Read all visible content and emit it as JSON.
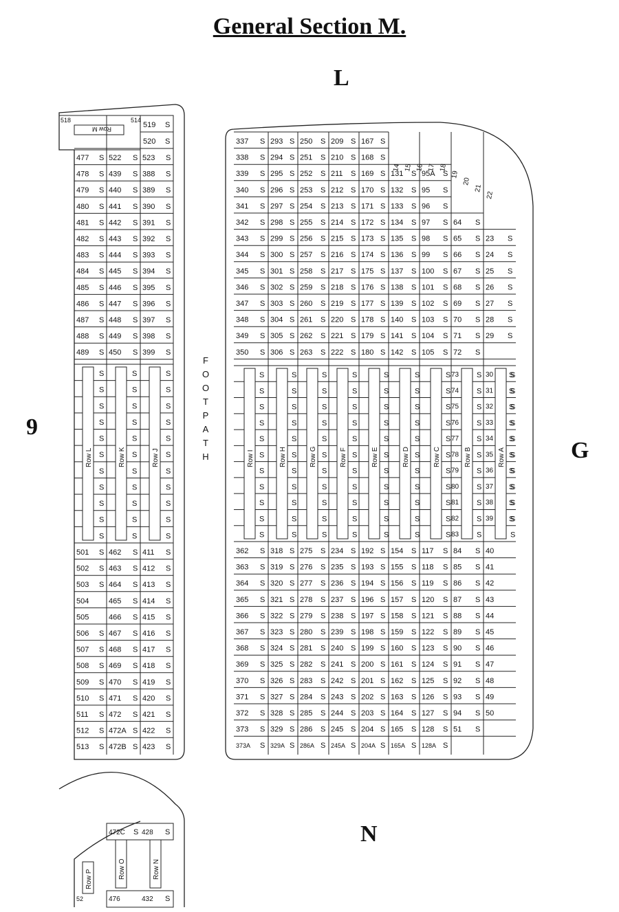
{
  "title": "General Section M.",
  "compass_labels": {
    "north": "L",
    "west": "9",
    "east": "G",
    "south": "N"
  },
  "footpath_label": "FOOTPATH",
  "marker": "S",
  "left_block": {
    "top_row_label": "Row M",
    "top_row_plots": [
      "518",
      "514"
    ],
    "top_right": [
      "519",
      "520"
    ],
    "upper_rows": [
      [
        "477",
        "522",
        "523"
      ],
      [
        "478",
        "439",
        "388"
      ],
      [
        "479",
        "440",
        "389"
      ],
      [
        "480",
        "441",
        "390"
      ],
      [
        "481",
        "442",
        "391"
      ],
      [
        "482",
        "443",
        "392"
      ],
      [
        "483",
        "444",
        "393"
      ],
      [
        "484",
        "445",
        "394"
      ],
      [
        "485",
        "446",
        "395"
      ],
      [
        "486",
        "447",
        "396"
      ],
      [
        "487",
        "448",
        "397"
      ],
      [
        "488",
        "449",
        "398"
      ],
      [
        "489",
        "450",
        "399"
      ]
    ],
    "row_labels": [
      "Row L",
      "Row K",
      "Row J"
    ],
    "lower_rows": [
      [
        "501",
        "462",
        "411"
      ],
      [
        "502",
        "463",
        "412"
      ],
      [
        "503",
        "464",
        "413"
      ],
      [
        "504",
        "465",
        "414"
      ],
      [
        "505",
        "466",
        "415"
      ],
      [
        "506",
        "467",
        "416"
      ],
      [
        "507",
        "468",
        "417"
      ],
      [
        "508",
        "469",
        "418"
      ],
      [
        "509",
        "470",
        "419"
      ],
      [
        "510",
        "471",
        "420"
      ],
      [
        "511",
        "472",
        "421"
      ],
      [
        "512",
        "472A",
        "422"
      ],
      [
        "513",
        "472B",
        "423"
      ]
    ]
  },
  "main_block": {
    "upper_rows": [
      [
        "337",
        "293",
        "250",
        "209",
        "167"
      ],
      [
        "338",
        "294",
        "251",
        "210",
        "168"
      ],
      [
        "339",
        "295",
        "252",
        "211",
        "169",
        "131",
        "95A"
      ],
      [
        "340",
        "296",
        "253",
        "212",
        "170",
        "132",
        "95"
      ],
      [
        "341",
        "297",
        "254",
        "213",
        "171",
        "133",
        "96"
      ],
      [
        "342",
        "298",
        "255",
        "214",
        "172",
        "134",
        "97",
        "64"
      ],
      [
        "343",
        "299",
        "256",
        "215",
        "173",
        "135",
        "98",
        "65",
        "23"
      ],
      [
        "344",
        "300",
        "257",
        "216",
        "174",
        "136",
        "99",
        "66",
        "24"
      ],
      [
        "345",
        "301",
        "258",
        "217",
        "175",
        "137",
        "100",
        "67",
        "25"
      ],
      [
        "346",
        "302",
        "259",
        "218",
        "176",
        "138",
        "101",
        "68",
        "26"
      ],
      [
        "347",
        "303",
        "260",
        "219",
        "177",
        "139",
        "102",
        "69",
        "27"
      ],
      [
        "348",
        "304",
        "261",
        "220",
        "178",
        "140",
        "103",
        "70",
        "28"
      ],
      [
        "349",
        "305",
        "262",
        "221",
        "179",
        "141",
        "104",
        "71",
        "29"
      ],
      [
        "350",
        "306",
        "263",
        "222",
        "180",
        "142",
        "105",
        "72",
        ""
      ]
    ],
    "arc_plots": [
      "14",
      "15",
      "16",
      "17",
      "18",
      "19",
      "20",
      "21",
      "22"
    ],
    "row_labels": [
      "Row I",
      "Row H",
      "Row G",
      "Row F",
      "Row E",
      "Row D",
      "Row C",
      "Row B",
      "Row A"
    ],
    "right_column_mid": [
      "30",
      "31",
      "32",
      "33",
      "34",
      "35",
      "36",
      "37",
      "38",
      "39"
    ],
    "mid_col_b": [
      "73",
      "74",
      "75",
      "76",
      "77",
      "78",
      "79",
      "80",
      "81",
      "82",
      "83"
    ],
    "lower_rows": [
      [
        "362",
        "318",
        "275",
        "234",
        "192",
        "154",
        "117",
        "84",
        "40"
      ],
      [
        "363",
        "319",
        "276",
        "235",
        "193",
        "155",
        "118",
        "85",
        "41"
      ],
      [
        "364",
        "320",
        "277",
        "236",
        "194",
        "156",
        "119",
        "86",
        "42"
      ],
      [
        "365",
        "321",
        "278",
        "237",
        "196",
        "157",
        "120",
        "87",
        "43"
      ],
      [
        "366",
        "322",
        "279",
        "238",
        "197",
        "158",
        "121",
        "88",
        "44"
      ],
      [
        "367",
        "323",
        "280",
        "239",
        "198",
        "159",
        "122",
        "89",
        "45"
      ],
      [
        "368",
        "324",
        "281",
        "240",
        "199",
        "160",
        "123",
        "90",
        "46"
      ],
      [
        "369",
        "325",
        "282",
        "241",
        "200",
        "161",
        "124",
        "91",
        "47"
      ],
      [
        "370",
        "326",
        "283",
        "242",
        "201",
        "162",
        "125",
        "92",
        "48"
      ],
      [
        "371",
        "327",
        "284",
        "243",
        "202",
        "163",
        "126",
        "93",
        "49"
      ],
      [
        "372",
        "328",
        "285",
        "244",
        "203",
        "164",
        "127",
        "94",
        "50"
      ],
      [
        "373",
        "329",
        "286",
        "245",
        "204",
        "165",
        "128",
        "51",
        ""
      ],
      [
        "373A",
        "329A",
        "286A",
        "245A",
        "204A",
        "165A",
        "128A",
        "",
        ""
      ]
    ]
  },
  "bottom_block": {
    "row_labels": [
      "Row P",
      "Row O",
      "Row N"
    ],
    "top_row": [
      "472C",
      "428"
    ],
    "bottom_row": [
      "476",
      "432"
    ],
    "corner": "52"
  }
}
